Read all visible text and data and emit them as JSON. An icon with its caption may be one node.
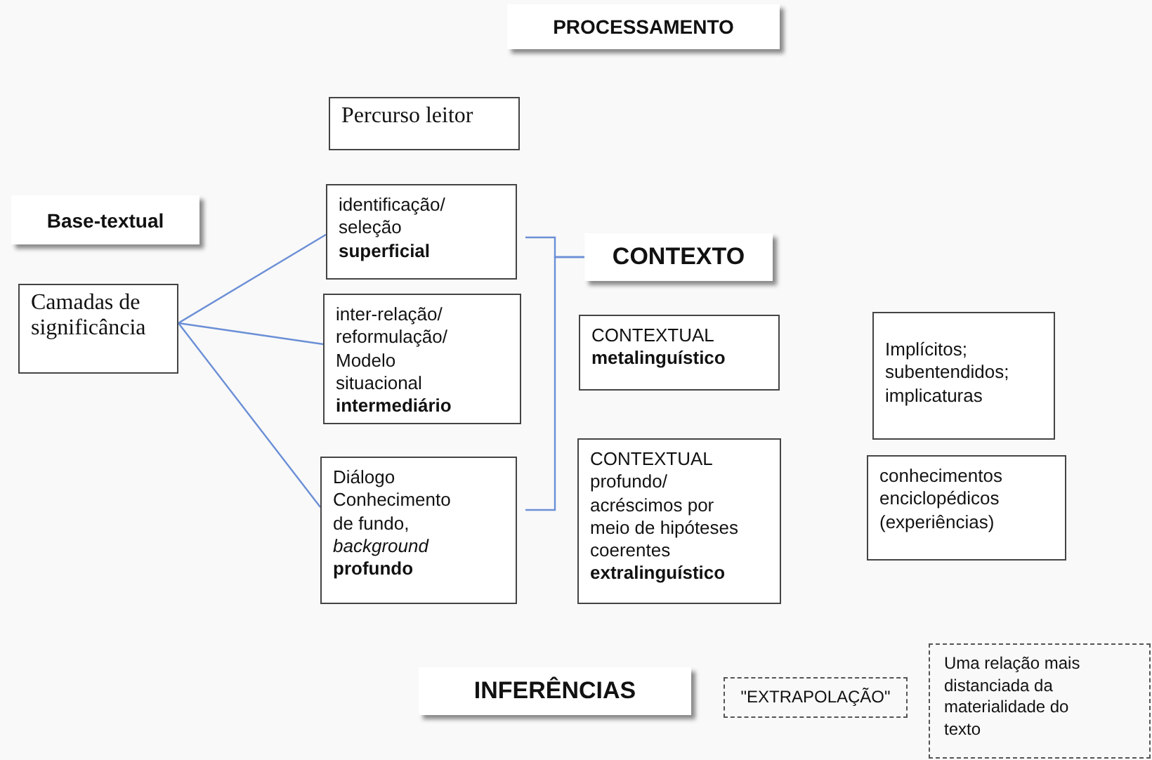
{
  "diagram": {
    "nodes": [
      {
        "text": [
          "PROCESSAMENTO"
        ]
      },
      {
        "text": [
          "Percurso leitor"
        ]
      },
      {
        "text": [
          "Base-textual"
        ]
      },
      {
        "text": [
          "Camadas de significância"
        ]
      },
      {
        "text": [
          "identificação/ seleção **superficial**"
        ]
      },
      {
        "text": [
          "inter-relação/ reformulação/ Modelo situacional **intermediário**"
        ]
      },
      {
        "text": [
          "Diálogo Conhecimento de fundo, *background* **profundo**"
        ]
      },
      {
        "text": [
          "CONTEXTO"
        ]
      },
      {
        "text": [
          "CONTEXTUAL **metalinguístico**"
        ]
      },
      {
        "text": [
          "CONTEXTUAL profundo/ acréscimos por meio de hipóteses coerentes **extralinguístico**"
        ]
      },
      {
        "text": [
          "Implícitos; subentendidos; implicaturas"
        ]
      },
      {
        "text": [
          "conhecimentos enciclopédicos (experiências)"
        ]
      },
      {
        "text": [
          "INFERÊNCIAS"
        ]
      },
      {
        "text": [
          "\"EXTRAPOLAÇÃO\""
        ]
      },
      {
        "text": [
          "Uma relação mais distanciada da materialidade do texto"
        ]
      }
    ],
    "edges": [
      {
        "from": 3,
        "to": 4,
        "arrow": "none",
        "color": "#6b8fd6"
      },
      {
        "from": 3,
        "to": 5,
        "arrow": "none",
        "color": "#6b8fd6"
      },
      {
        "from": 3,
        "to": 6,
        "arrow": "none",
        "color": "#6b8fd6"
      },
      {
        "from": 4,
        "to": 7,
        "arrow": "none",
        "color": "#6b8fd6"
      },
      {
        "from": 6,
        "to": 7,
        "arrow": "none",
        "color": "#6b8fd6"
      }
    ]
  }
}
